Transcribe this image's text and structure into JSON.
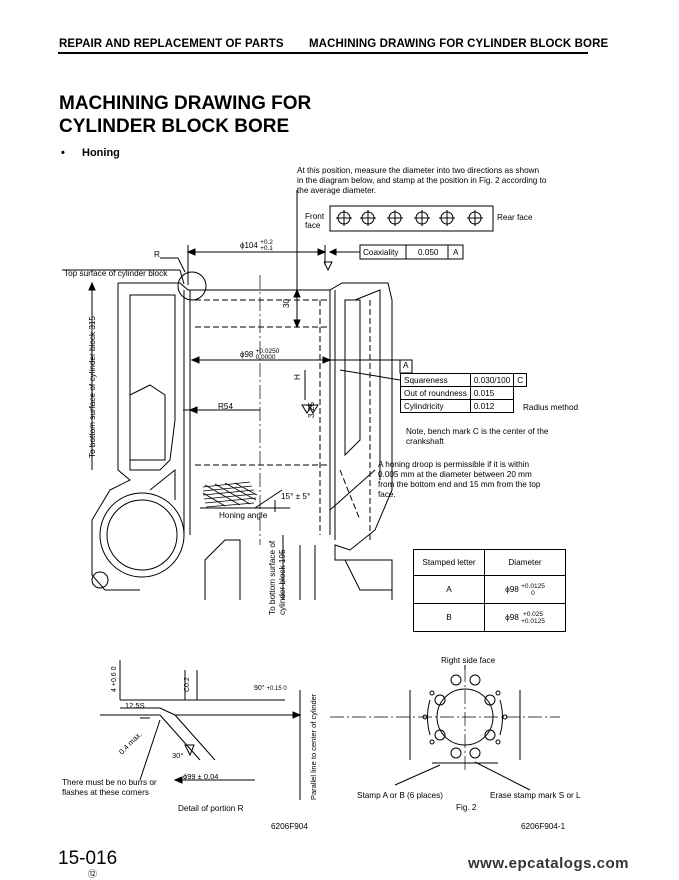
{
  "header": {
    "left": "REPAIR AND REPLACEMENT OF PARTS",
    "right": "MACHINING DRAWING FOR CYLINDER BLOCK BORE"
  },
  "title_line1": "MACHINING DRAWING FOR",
  "title_line2": "CYLINDER BLOCK BORE",
  "section": {
    "bullet": "•",
    "label": "Honing"
  },
  "notes": {
    "measure": "At this position, measure the diameter into two directions as shown in the diagram below, and stamp at the position in Fig. 2 according to the average diameter.",
    "front_face": "Front face",
    "rear_face": "Rear face",
    "bench_mark": "Note, bench mark C is the center of the crankshaft",
    "droop": "A honing droop is permissible if it is within 0.005 mm at the diameter between 20 mm from the bottom end and 15 mm from the top face.",
    "burrs": "There must be no burrs or flashes at these corners"
  },
  "labels": {
    "R": "R",
    "top_surface": "Top surface of cylinder block",
    "bottom_surface_315": "To bottom surface of cylinder block 315",
    "bottom_surface_195": "To bottom surface of cylinder block 195",
    "dia104": "ϕ104",
    "dia104_tol_up": "+0.2",
    "dia104_tol_dn": "+0.1",
    "coaxiality": "Coaxiality",
    "coaxiality_val": "0.050",
    "coaxiality_ref": "A",
    "dim30": "30",
    "dia98": "ϕ98",
    "dia98_tol_up": "+0.0250",
    "dia98_tol_dn": "0.0000",
    "datum_A": "A",
    "H": "H",
    "R54": "R54",
    "rough325": "3.25",
    "angle15": "15° ± 5°",
    "honing_angle": "Honing angle",
    "detail_R": "Detail of portion R",
    "fig2": "Fig. 2",
    "right_side_face": "Right side face",
    "stamp_ab": "Stamp A or B (6 places)",
    "erase_stamp": "Erase stamp mark S or L",
    "ref_left": "6206F904",
    "ref_right": "6206F904-1",
    "d_4": "4",
    "d_4_tol": "+0.6  0",
    "c02": "C0.2",
    "angle90": "90°",
    "angle90_tol": "+0.15  0",
    "r125s": "12.5S",
    "max04": "0.4 max.",
    "angle30": "30°",
    "dia99": "ϕ99 ± 0.04",
    "parallel": "Parallel line to center of cylinder"
  },
  "tolerance_rows": [
    {
      "name": "Squareness",
      "value": "0.030/100",
      "ref": "C"
    },
    {
      "name": "Out of roundness",
      "value": "0.015",
      "ref": ""
    },
    {
      "name": "Cylindricity",
      "value": "0.012",
      "ref": ""
    }
  ],
  "radius_method": "Radius method",
  "stamp_table": {
    "headers": [
      "Stamped letter",
      "Diameter"
    ],
    "rows": [
      {
        "letter": "A",
        "dia": "ϕ98",
        "up": "+0.0125",
        "dn": "0"
      },
      {
        "letter": "B",
        "dia": "ϕ98",
        "up": "+0.025",
        "dn": "+0.0125"
      }
    ]
  },
  "footer": {
    "page": "15-016",
    "rev": "⑫",
    "watermark": "www.epcatalogs.com"
  }
}
